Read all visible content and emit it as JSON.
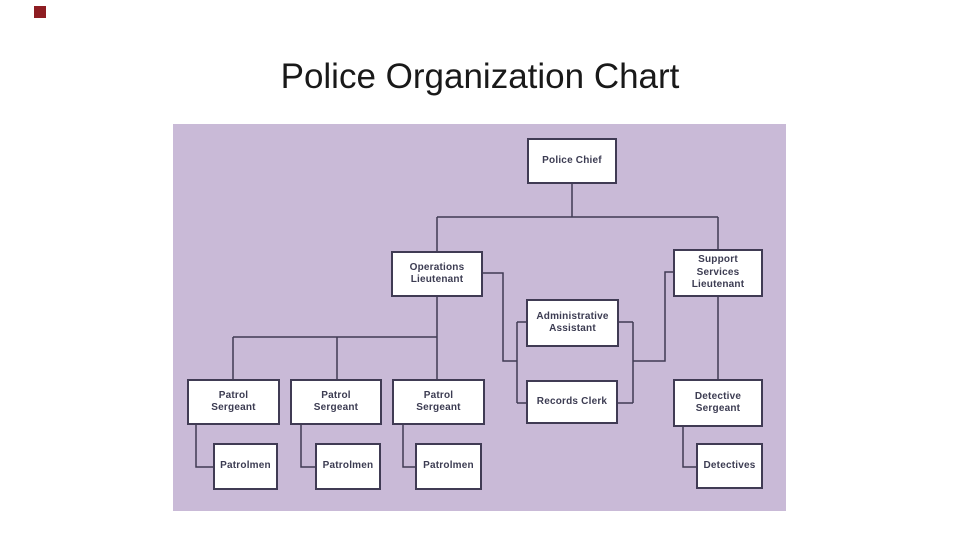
{
  "slide": {
    "title": "Police Organization Chart",
    "background_color": "#FFFFFF",
    "accent_square_color": "#8E1D22"
  },
  "org_chart": {
    "panel_background": "#C9BAD7",
    "connector_color": "#403B54",
    "node_fill": "#FFFFFF",
    "node_border_color": "#403B54",
    "node_text_color": "#3C3C52",
    "nodes": [
      {
        "id": "police-chief",
        "label": "Police Chief",
        "reports_to": null
      },
      {
        "id": "operations-lieutenant",
        "label": "Operations\nLieutenant",
        "reports_to": "police-chief"
      },
      {
        "id": "support-services-lieutenant",
        "label": "Support Services\nLieutenant",
        "reports_to": "police-chief"
      },
      {
        "id": "administrative-assistant",
        "label": "Administrative\nAssistant",
        "reports_to": "operations-lieutenant; support-services-lieutenant"
      },
      {
        "id": "records-clerk",
        "label": "Records Clerk",
        "reports_to": "operations-lieutenant; support-services-lieutenant"
      },
      {
        "id": "patrol-sergeant-1",
        "label": "Patrol\nSergeant",
        "reports_to": "operations-lieutenant"
      },
      {
        "id": "patrol-sergeant-2",
        "label": "Patrol\nSergeant",
        "reports_to": "operations-lieutenant"
      },
      {
        "id": "patrol-sergeant-3",
        "label": "Patrol\nSergeant",
        "reports_to": "operations-lieutenant"
      },
      {
        "id": "detective-sergeant",
        "label": "Detective\nSergeant",
        "reports_to": "support-services-lieutenant"
      },
      {
        "id": "patrolmen-1",
        "label": "Patrolmen",
        "reports_to": "patrol-sergeant-1"
      },
      {
        "id": "patrolmen-2",
        "label": "Patrolmen",
        "reports_to": "patrol-sergeant-2"
      },
      {
        "id": "patrolmen-3",
        "label": "Patrolmen",
        "reports_to": "patrol-sergeant-3"
      },
      {
        "id": "detectives",
        "label": "Detectives",
        "reports_to": "detective-sergeant"
      }
    ]
  }
}
